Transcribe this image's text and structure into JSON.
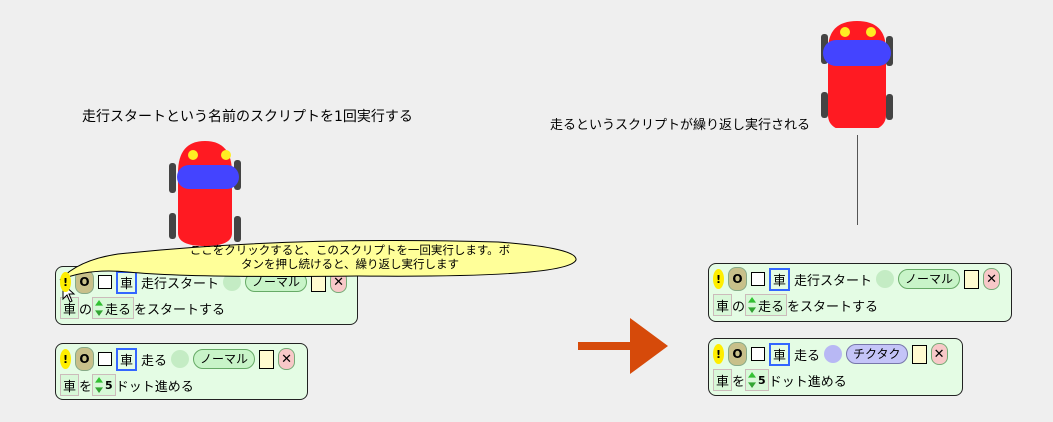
{
  "captions": {
    "left": "走行スタートという名前のスクリプトを1回実行する",
    "right": "走るというスクリプトが繰り返し実行される"
  },
  "tooltip": {
    "line1": "ここをクリックすると、このスクリプトを一回実行します。ボ",
    "line2": "タンを押し続けると、繰り返し実行します"
  },
  "colors": {
    "car_body": "#ff1a22",
    "car_window": "#4444ff",
    "car_light": "#ffee22",
    "arrow": "#d64a0a"
  },
  "icons": {
    "bang": "!",
    "once": "O",
    "close": "✕"
  },
  "before": {
    "script1": {
      "object": "車",
      "name": "走行スタート",
      "status": "ノーマル",
      "tiles": {
        "object": "車",
        "of": "の",
        "script": "走る",
        "command": "をスタートする"
      }
    },
    "script2": {
      "object": "車",
      "name": "走る",
      "status": "ノーマル",
      "tiles": {
        "object": "車",
        "of": "を",
        "amount": "5",
        "command": "ドット進める"
      }
    }
  },
  "after": {
    "script1": {
      "object": "車",
      "name": "走行スタート",
      "status": "ノーマル",
      "tiles": {
        "object": "車",
        "of": "の",
        "script": "走る",
        "command": "をスタートする"
      }
    },
    "script2": {
      "object": "車",
      "name": "走る",
      "status": "チクタク",
      "tiles": {
        "object": "車",
        "of": "を",
        "amount": "5",
        "command": "ドット進める"
      }
    }
  }
}
